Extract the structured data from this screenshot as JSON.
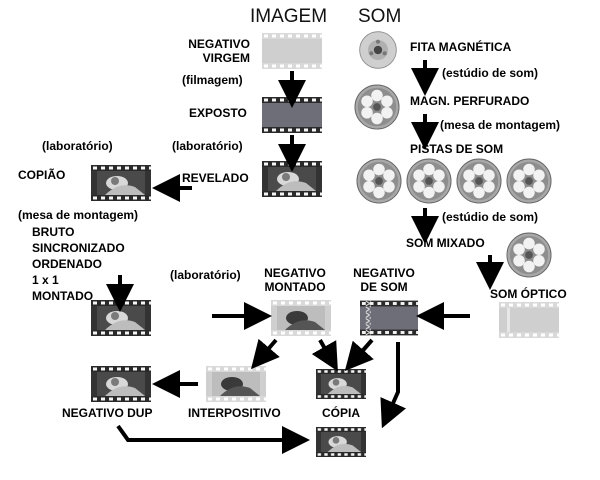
{
  "headers": {
    "image": "IMAGEM",
    "sound": "SOM"
  },
  "labels": {
    "negativo_virgem": "NEGATIVO\nVIRGEM",
    "filmagem": "(filmagem)",
    "exposto": "EXPOSTO",
    "laboratorio_1": "(laboratório)",
    "revelado": "REVELADO",
    "laboratorio_2": "(laboratório)",
    "copiao": "COPIÃO",
    "mesa_montagem_1": "(mesa de montagem)",
    "bruto_steps": "BRUTO\nSINCRONIZADO\nORDENADO\n1 x 1\nMONTADO",
    "laboratorio_3": "(laboratório)",
    "negativo_montado": "NEGATIVO\nMONTADO",
    "negativo_de_som": "NEGATIVO\nDE SOM",
    "som_optico": "SOM ÓPTICO",
    "negativo_dup": "NEGATIVO DUP",
    "interpositivo": "INTERPOSITIVO",
    "copia": "CÓPIA",
    "fita_magnetica": "FITA MAGNÉTICA",
    "estudio_som_1": "(estúdio de som)",
    "magn_perfurado": "MAGN. PERFURADO",
    "mesa_montagem_2": "(mesa de montagem)",
    "pistas_de_som": "PISTAS DE SOM",
    "estudio_som_2": "(estúdio de som)",
    "som_mixado": "SOM MIXADO"
  },
  "icons": {
    "film_blank": "film-strip-blank-icon",
    "film_exposed": "film-strip-exposed-icon",
    "film_image": "film-strip-image-icon",
    "film_sound": "film-strip-soundtrack-icon",
    "reel_small": "magnetic-tape-reel-icon",
    "reel_large": "film-reel-icon",
    "arrow": "arrow-icon"
  },
  "colors": {
    "film_blank_fill": "#cfcfcf",
    "film_exposed_fill": "#6e6e78",
    "film_image_fill": "#4a4a4a",
    "reel_body": "#a8a8a8",
    "arrow": "#000000",
    "text": "#000000"
  }
}
